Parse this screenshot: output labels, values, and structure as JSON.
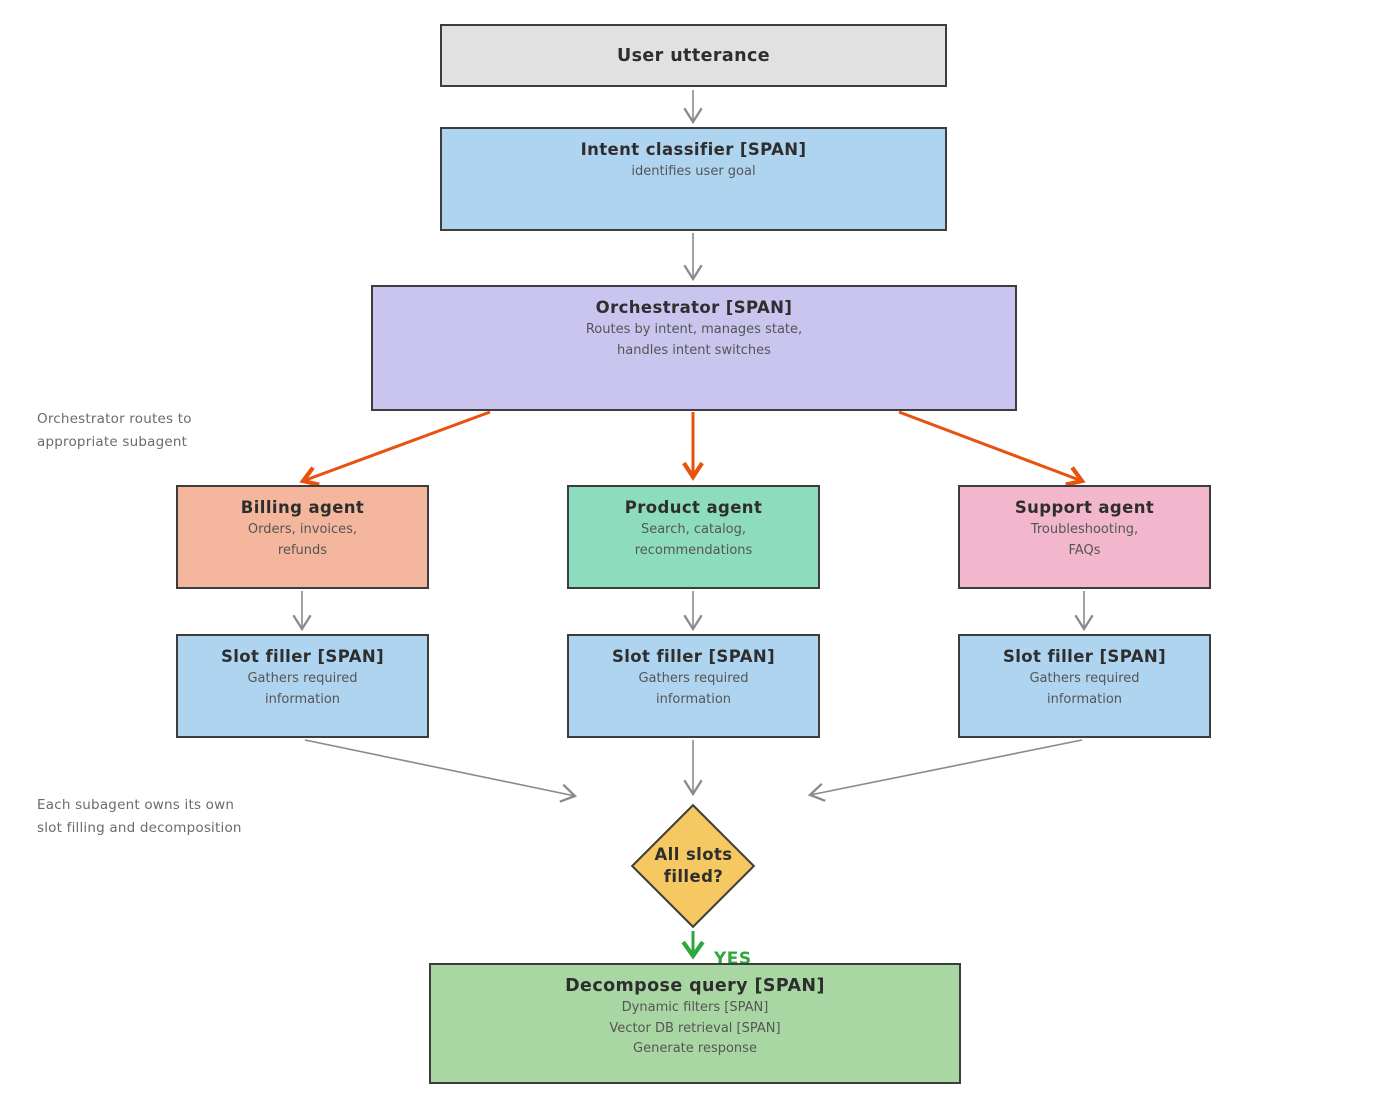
{
  "colors": {
    "border": "#3d3d3d",
    "arrow_gray": "#8a8a8a",
    "arrow_orange": "#e8520c",
    "arrow_green": "#2ea83c",
    "box_gray": "#e1e1e1",
    "box_blue": "#aed4f0",
    "box_purple": "#c9c5ee",
    "box_salmon": "#f4b69d",
    "box_teal": "#8edcbe",
    "box_pink": "#f3b7cd",
    "diamond_gold": "#f6c862",
    "box_green": "#a9d7a3"
  },
  "nodes": {
    "user_utterance": {
      "title": "User utterance"
    },
    "intent_classifier": {
      "title": "Intent classifier [SPAN]",
      "lines": [
        "identifies user goal"
      ]
    },
    "orchestrator": {
      "title": "Orchestrator [SPAN]",
      "lines": [
        "Routes by intent, manages state,",
        "handles intent switches"
      ]
    },
    "billing_agent": {
      "title": "Billing agent",
      "lines": [
        "Orders, invoices,",
        "refunds"
      ]
    },
    "product_agent": {
      "title": "Product agent",
      "lines": [
        "Search, catalog,",
        "recommendations"
      ]
    },
    "support_agent": {
      "title": "Support agent",
      "lines": [
        "Troubleshooting,",
        "FAQs"
      ]
    },
    "slot_filler_billing": {
      "title": "Slot filler [SPAN]",
      "lines": [
        "Gathers required",
        "information"
      ]
    },
    "slot_filler_product": {
      "title": "Slot filler [SPAN]",
      "lines": [
        "Gathers required",
        "information"
      ]
    },
    "slot_filler_support": {
      "title": "Slot filler [SPAN]",
      "lines": [
        "Gathers required",
        "information"
      ]
    },
    "decision": {
      "line1": "All slots",
      "line2": "filled?"
    },
    "decompose": {
      "title": "Decompose query [SPAN]",
      "lines": [
        "Dynamic filters [SPAN]",
        "Vector DB retrieval [SPAN]",
        "Generate response"
      ]
    }
  },
  "annotations": {
    "routing": {
      "line1": "Orchestrator routes to",
      "line2": "appropriate subagent"
    },
    "ownership": {
      "line1": "Each subagent owns its own",
      "line2": "slot filling and decomposition"
    }
  },
  "edges": {
    "yes_label": "YES"
  }
}
